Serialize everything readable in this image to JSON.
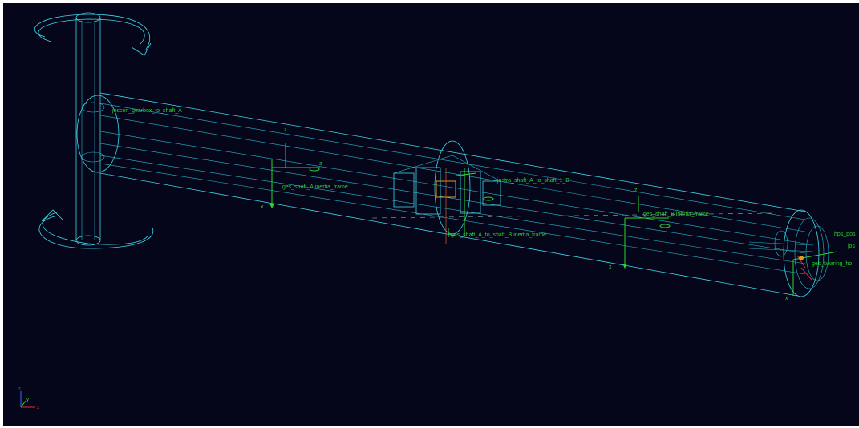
{
  "scene": {
    "background": "#05061a",
    "wire_color": "#3fd6e6",
    "marker_color": "#29d229",
    "labels": {
      "joint_gearbox": "joscon_gearbox_to_shaft_A",
      "shaft_a_frame": "ges_shaft_A.inertia_frame",
      "joint_shaft_a_b": "jostra_shaft_A_to_shaft_1_B",
      "shaft_ab_frame": "ges_shaft_A_to_shaft_B.inertia_frame",
      "shaft_b_frame": "ges_shaft_B.inertia_frame",
      "hps_label": "hps_pos",
      "jos_label": "jos",
      "bearing_label": "ges_bearing_ho"
    },
    "axis_letters": {
      "z": "z",
      "x": "x",
      "y": "y"
    }
  },
  "triad": {
    "z": "z",
    "y": "y",
    "x": "x",
    "colors": {
      "z": "#3a6cff",
      "y": "#2bd62b",
      "x": "#e03030"
    }
  }
}
